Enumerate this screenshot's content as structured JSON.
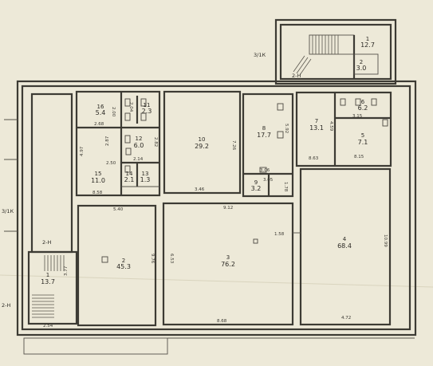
{
  "rooms": [
    {
      "id": "r16",
      "number": "16",
      "area": "5.4"
    },
    {
      "id": "r11",
      "number": "11",
      "area": "2.3"
    },
    {
      "id": "r10",
      "number": "10",
      "area": "29.2"
    },
    {
      "id": "r8",
      "number": "8",
      "area": "17.7"
    },
    {
      "id": "r7",
      "number": "7",
      "area": "13.1"
    },
    {
      "id": "r6",
      "number": "6",
      "area": "6.2"
    },
    {
      "id": "r5",
      "number": "5",
      "area": "7.1"
    },
    {
      "id": "r12",
      "number": "12",
      "area": "6.0"
    },
    {
      "id": "r15",
      "number": "15",
      "area": "11.0"
    },
    {
      "id": "r14",
      "number": "14",
      "area": "2.1"
    },
    {
      "id": "r13",
      "number": "13",
      "area": "1.3"
    },
    {
      "id": "r9",
      "number": "9",
      "area": "3.2"
    },
    {
      "id": "r2",
      "number": "2",
      "area": "45.3"
    },
    {
      "id": "r3",
      "number": "3",
      "area": "76.2"
    },
    {
      "id": "r4",
      "number": "4",
      "area": "68.4"
    },
    {
      "id": "r1",
      "number": "1",
      "area": "13.7"
    },
    {
      "id": "rtop1",
      "number": "1",
      "area": "12.7"
    },
    {
      "id": "rtop2",
      "number": "2",
      "area": "3.0"
    }
  ],
  "labels": {
    "entrance_top": "3/1К",
    "entrance_left": "3/1К",
    "stair_mid": "2-Н",
    "stair_left": "2-Н",
    "stair_top": "2-Н"
  },
  "dimensions": [
    "2.68",
    "2.00",
    "2.04",
    "4.97",
    "2.87",
    "2.82",
    "2.50",
    "2.14",
    "8.58",
    "7.26",
    "3.46",
    "5.92",
    "3.06",
    "3.05",
    "1.78",
    "4.59",
    "3.15",
    "8.63",
    "8.15",
    "5.40",
    "9.12",
    "1.58",
    "10.99",
    "9.76",
    "6.53",
    "8.68",
    "4.72",
    "3.77",
    "2.54"
  ]
}
